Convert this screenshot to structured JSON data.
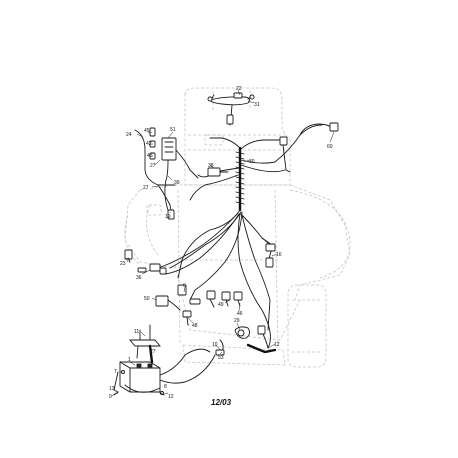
{
  "revision_label": "12/03",
  "callouts": [
    {
      "id": "c-22",
      "text": "22"
    },
    {
      "id": "c-31",
      "text": "31"
    },
    {
      "id": "c-24",
      "text": "24"
    },
    {
      "id": "c-45",
      "text": "45"
    },
    {
      "id": "c-51",
      "text": "51"
    },
    {
      "id": "c-42",
      "text": "42"
    },
    {
      "id": "c-43",
      "text": "43"
    },
    {
      "id": "c-27a",
      "text": "27"
    },
    {
      "id": "c-38",
      "text": "38"
    },
    {
      "id": "c-30",
      "text": "30"
    },
    {
      "id": "c-27b",
      "text": "27"
    },
    {
      "id": "c-39",
      "text": "39"
    },
    {
      "id": "c-19",
      "text": "19"
    },
    {
      "id": "c-23",
      "text": "23"
    },
    {
      "id": "c-16",
      "text": "16"
    },
    {
      "id": "c-50",
      "text": "50"
    },
    {
      "id": "c-36",
      "text": "36"
    },
    {
      "id": "c-6",
      "text": "6"
    },
    {
      "id": "c-49",
      "text": "49"
    },
    {
      "id": "c-46",
      "text": "46"
    },
    {
      "id": "c-48",
      "text": "48"
    },
    {
      "id": "c-11",
      "text": "11"
    },
    {
      "id": "c-29",
      "text": "29"
    },
    {
      "id": "c-12",
      "text": "12"
    },
    {
      "id": "c-27c",
      "text": "27"
    },
    {
      "id": "c-10",
      "text": "10"
    },
    {
      "id": "c-53",
      "text": "53"
    },
    {
      "id": "c-7",
      "text": "7"
    },
    {
      "id": "c-1",
      "text": "1"
    },
    {
      "id": "c-13",
      "text": "13"
    },
    {
      "id": "c-9",
      "text": "9"
    },
    {
      "id": "c-8",
      "text": "8"
    },
    {
      "id": "c-12b",
      "text": "12"
    },
    {
      "id": "c-60",
      "text": "60"
    }
  ]
}
